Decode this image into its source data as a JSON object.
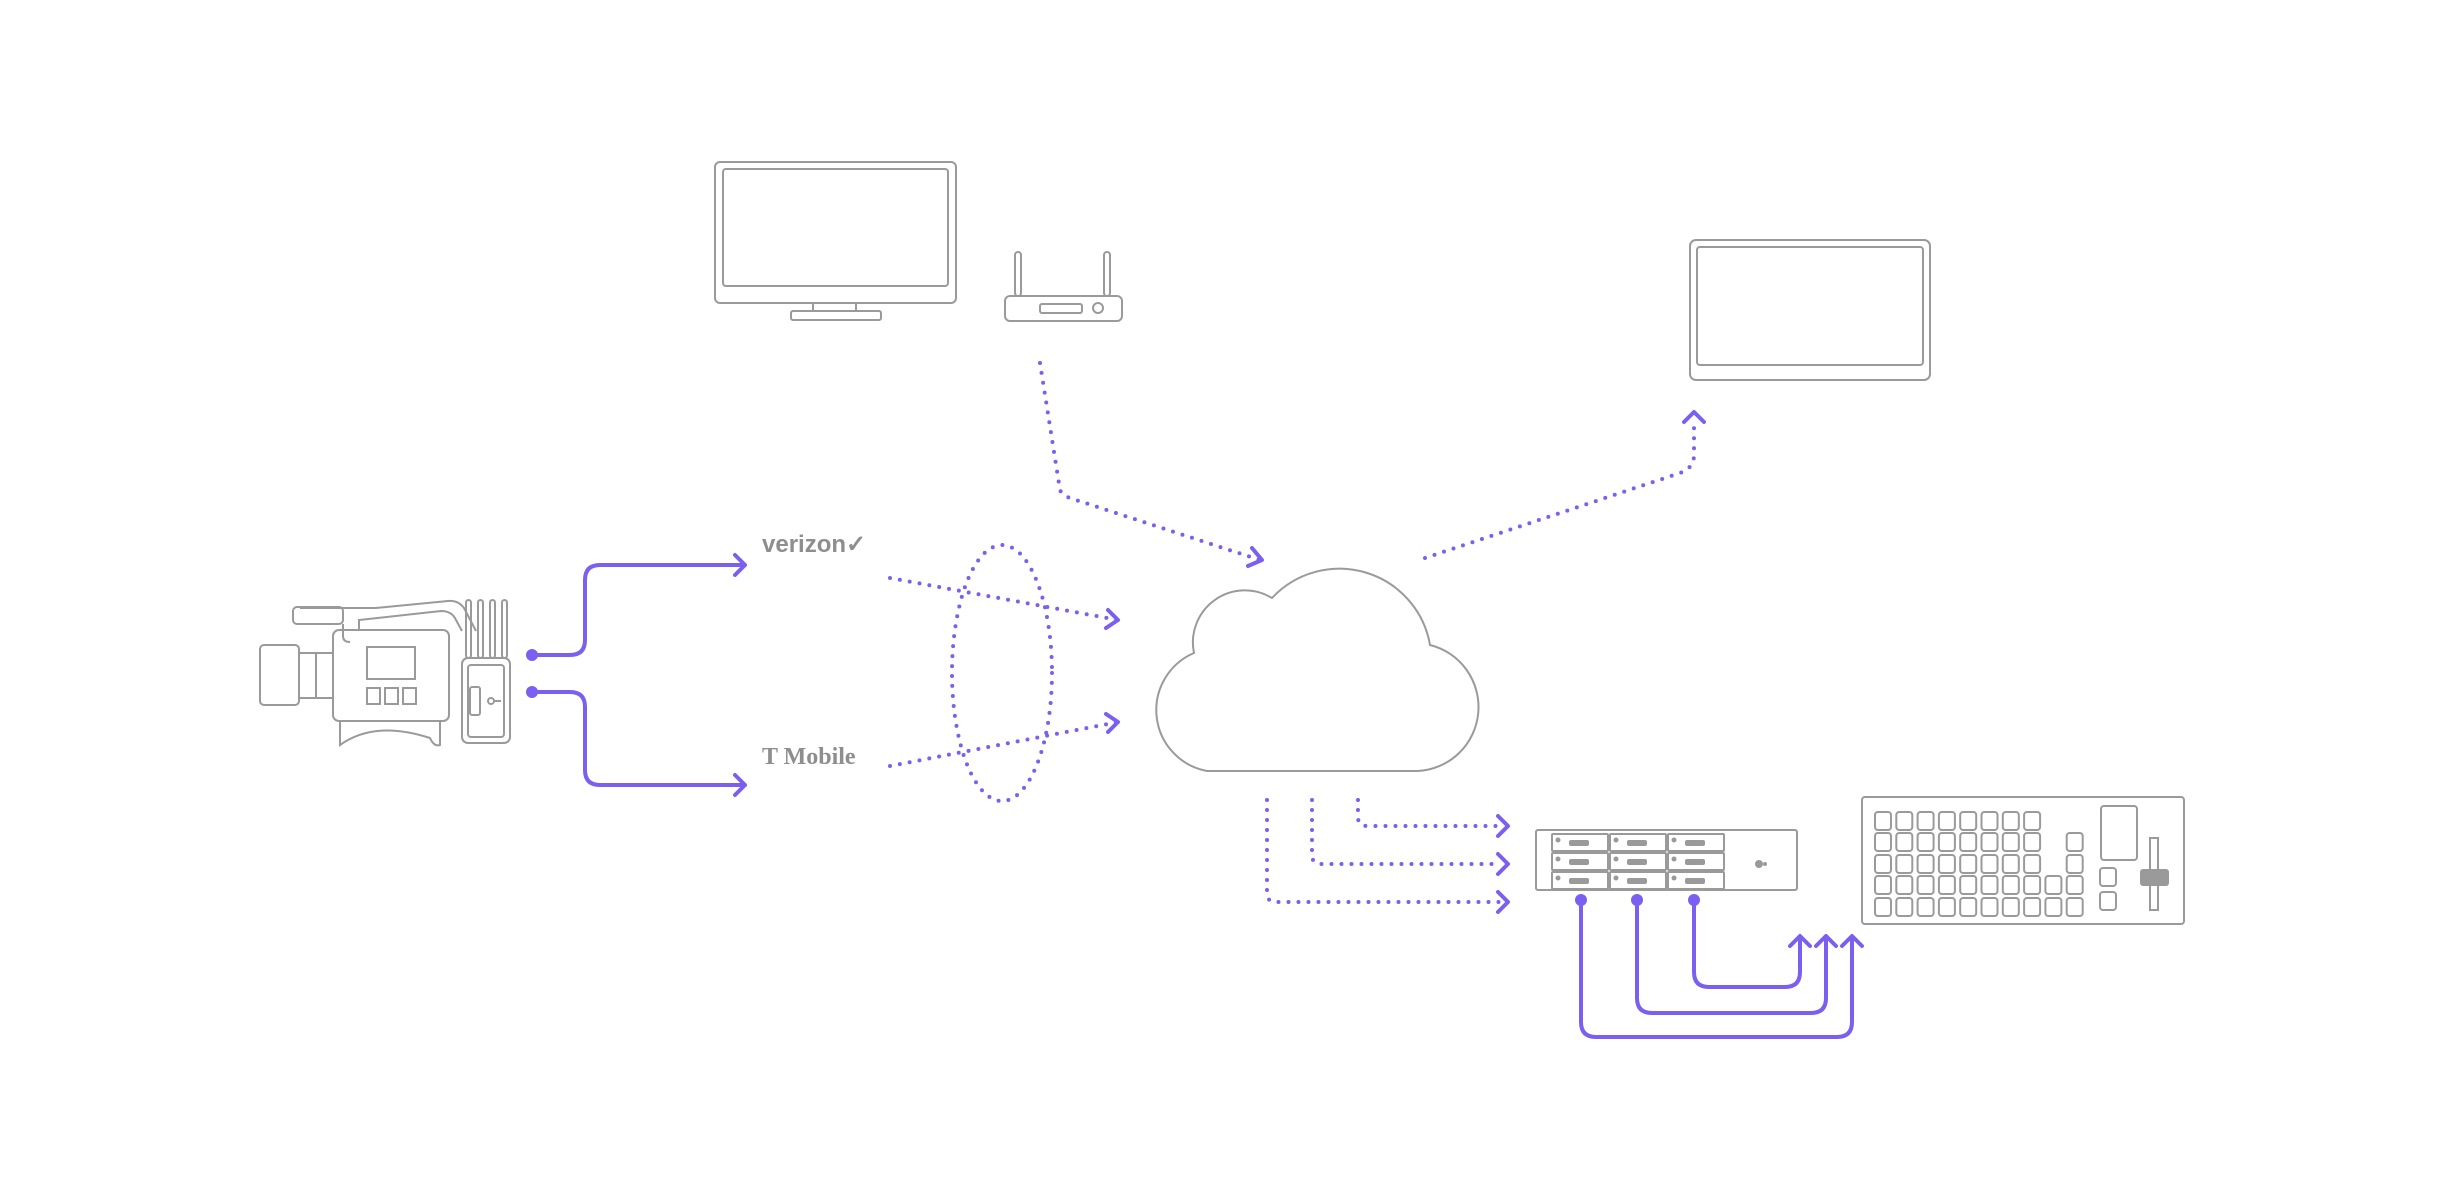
{
  "colors": {
    "accent": "#7b5ff0",
    "device_outline": "#9a9a9a",
    "background": "#ffffff"
  },
  "carriers": [
    {
      "name": "verizon",
      "logo_text": "verizon✓"
    },
    {
      "name": "t-mobile",
      "logo_text": "T Mobile"
    }
  ],
  "devices": [
    "video-camera",
    "cellular-bonding-transmitter",
    "monitor",
    "wifi-router",
    "tablet",
    "cloud",
    "rack-receiver",
    "video-switcher"
  ]
}
